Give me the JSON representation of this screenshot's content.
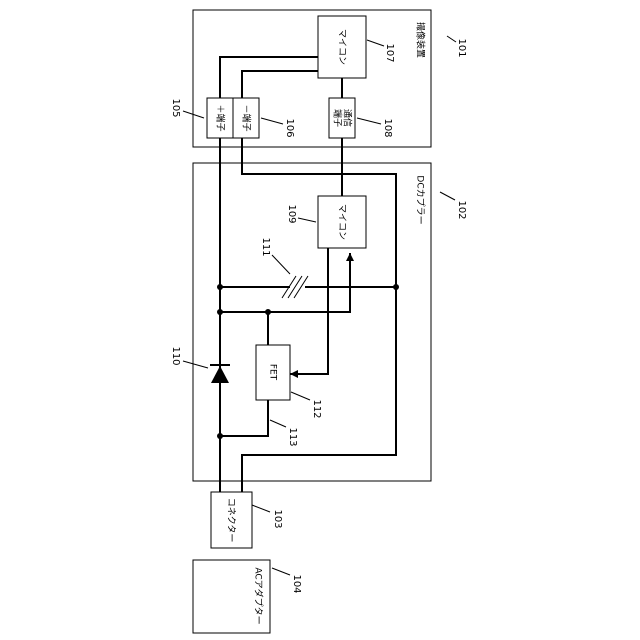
{
  "blocks": {
    "imaging_device": {
      "label": "撮像装置",
      "ref": "101"
    },
    "dc_coupler": {
      "label": "DCカプラー",
      "ref": "102"
    },
    "connector": {
      "label": "コネクター",
      "ref": "103"
    },
    "ac_adapter": {
      "label": "ACアダプター",
      "ref": "104"
    },
    "plus_terminal": {
      "label": "＋端子",
      "ref": "105"
    },
    "minus_terminal": {
      "label": "－端子",
      "ref": "106"
    },
    "micom_camera": {
      "label": "マイコン",
      "ref": "107"
    },
    "comm_terminal": {
      "label_line1": "通信",
      "label_line2": "端子",
      "ref": "108"
    },
    "micom_coupler": {
      "label": "マイコン",
      "ref": "109"
    },
    "fet": {
      "label": "FET",
      "ref": "112"
    }
  },
  "refs": {
    "diode": "110",
    "capacitor": "111",
    "fet_node": "113"
  },
  "colors": {
    "line": "#000000",
    "background": "#ffffff"
  }
}
